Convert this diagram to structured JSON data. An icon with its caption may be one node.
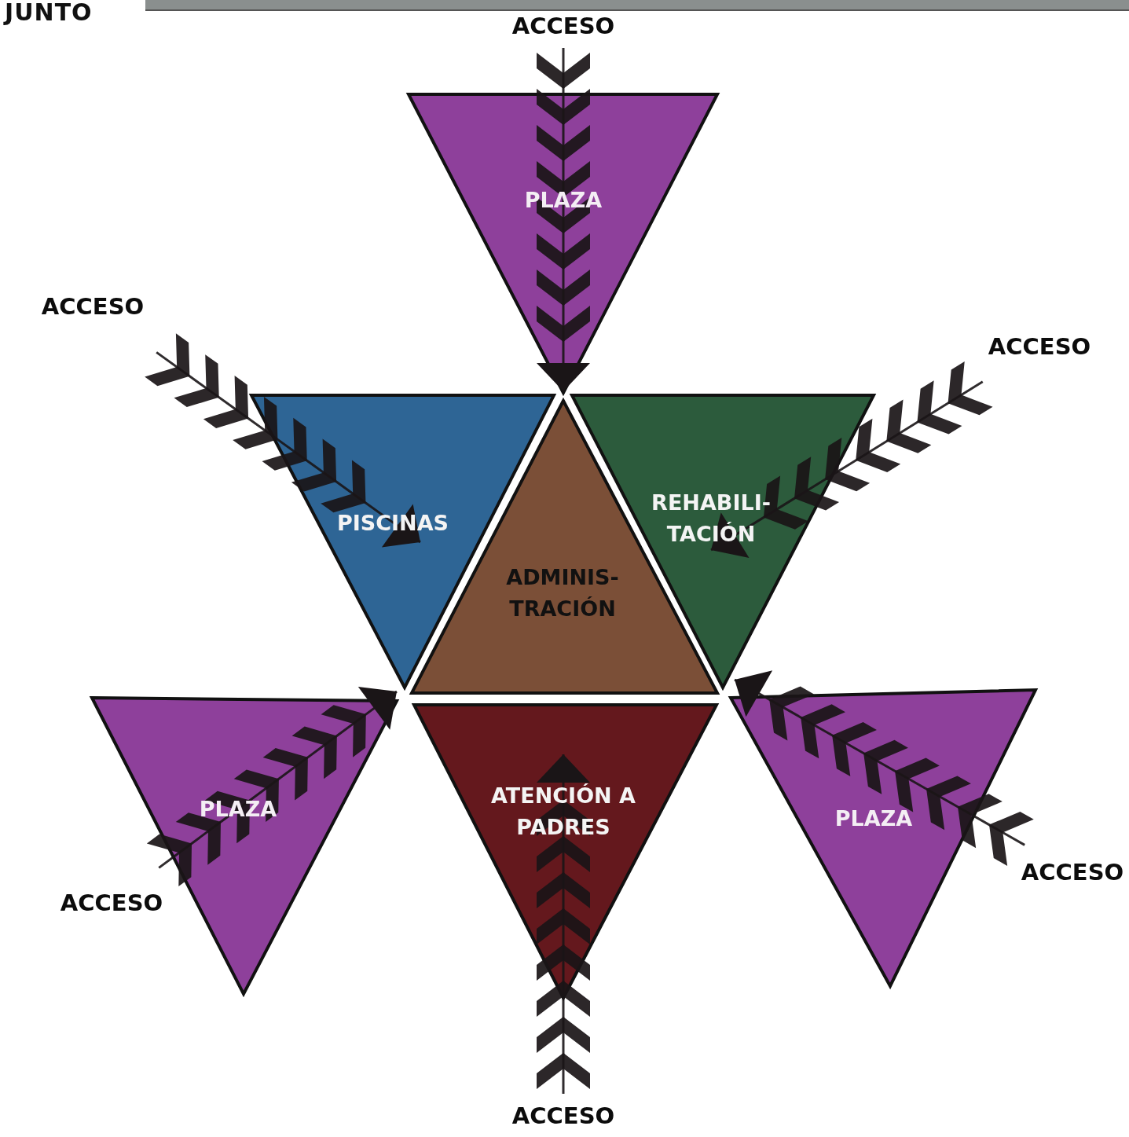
{
  "diagram": {
    "title": "JUNTO",
    "nodes": [
      {
        "text": [
          "ACCESO"
        ]
      },
      {
        "text": [
          "PLAZA"
        ]
      },
      {
        "text": [
          "ACCESO"
        ]
      },
      {
        "text": [
          "ACCESO"
        ]
      },
      {
        "text": [
          "PISCINAS"
        ]
      },
      {
        "text": [
          "ADMINIS- TRACIÓN"
        ]
      },
      {
        "text": [
          "REHABILI- TACIÓN"
        ]
      },
      {
        "text": [
          "PLAZA"
        ]
      },
      {
        "text": [
          "ATENCIÓN A PADRES"
        ]
      },
      {
        "text": [
          "PLAZA"
        ]
      },
      {
        "text": [
          "ACCESO"
        ]
      },
      {
        "text": [
          "ACCESO"
        ]
      },
      {
        "text": [
          "ACCESO"
        ]
      }
    ],
    "edges": [
      {
        "from": 0,
        "to": 1,
        "arrow": "to"
      },
      {
        "from": 2,
        "to": 4,
        "arrow": "to"
      },
      {
        "from": 3,
        "to": 6,
        "arrow": "to"
      },
      {
        "from": 11,
        "to": 7,
        "arrow": "to"
      },
      {
        "from": 10,
        "to": 9,
        "arrow": "to"
      },
      {
        "from": 12,
        "to": 8,
        "arrow": "to"
      }
    ]
  }
}
